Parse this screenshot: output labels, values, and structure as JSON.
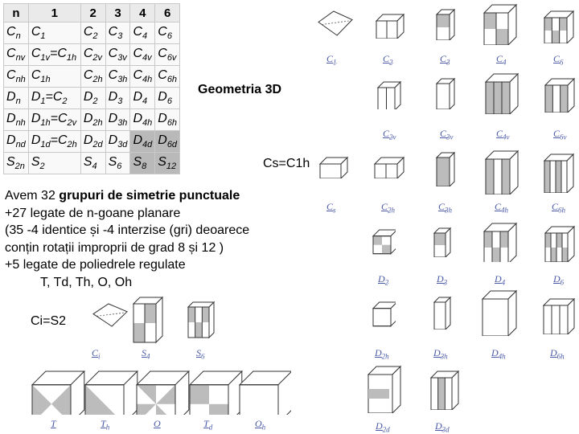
{
  "table": {
    "header": [
      "n",
      "1",
      "2",
      "3",
      "4",
      "6"
    ],
    "rows": [
      [
        {
          "b": "C",
          "s": "n"
        },
        {
          "b": "C",
          "s": "1"
        },
        {
          "b": "C",
          "s": "2"
        },
        {
          "b": "C",
          "s": "3"
        },
        {
          "b": "C",
          "s": "4"
        },
        {
          "b": "C",
          "s": "6"
        }
      ],
      [
        {
          "b": "C",
          "s": "nv"
        },
        {
          "b": "C",
          "s": "1v",
          "e": "=C",
          "es": "1h"
        },
        {
          "b": "C",
          "s": "2v"
        },
        {
          "b": "C",
          "s": "3v"
        },
        {
          "b": "C",
          "s": "4v"
        },
        {
          "b": "C",
          "s": "6v"
        }
      ],
      [
        {
          "b": "C",
          "s": "nh"
        },
        {
          "b": "C",
          "s": "1h"
        },
        {
          "b": "C",
          "s": "2h"
        },
        {
          "b": "C",
          "s": "3h"
        },
        {
          "b": "C",
          "s": "4h"
        },
        {
          "b": "C",
          "s": "6h"
        }
      ],
      [
        {
          "b": "D",
          "s": "n"
        },
        {
          "b": "D",
          "s": "1",
          "e": "=C",
          "es": "2"
        },
        {
          "b": "D",
          "s": "2"
        },
        {
          "b": "D",
          "s": "3"
        },
        {
          "b": "D",
          "s": "4"
        },
        {
          "b": "D",
          "s": "6"
        }
      ],
      [
        {
          "b": "D",
          "s": "nh"
        },
        {
          "b": "D",
          "s": "1h",
          "e": "=C",
          "es": "2v"
        },
        {
          "b": "D",
          "s": "2h"
        },
        {
          "b": "D",
          "s": "3h"
        },
        {
          "b": "D",
          "s": "4h"
        },
        {
          "b": "D",
          "s": "6h"
        }
      ],
      [
        {
          "b": "D",
          "s": "nd"
        },
        {
          "b": "D",
          "s": "1d",
          "e": "=C",
          "es": "2h"
        },
        {
          "b": "D",
          "s": "2d"
        },
        {
          "b": "D",
          "s": "3d"
        },
        {
          "b": "D",
          "s": "4d",
          "gray": true
        },
        {
          "b": "D",
          "s": "6d",
          "gray": true
        }
      ],
      [
        {
          "b": "S",
          "s": "2n"
        },
        {
          "b": "S",
          "s": "2"
        },
        {
          "b": "S",
          "s": "4"
        },
        {
          "b": "S",
          "s": "6"
        },
        {
          "b": "S",
          "s": "8",
          "gray": true
        },
        {
          "b": "S",
          "s": "12",
          "gray": true
        }
      ]
    ]
  },
  "texts": {
    "geometria": "Geometria 3D",
    "cs": "Cs=C1h",
    "ci": "Ci=S2",
    "para": {
      "l1_pre": "Avem 32 ",
      "l1_bold": "grupuri de simetrie punctuale",
      "l2": "+27 legate de n-goane planare",
      "l3": "(35 -4 identice și -4 interzise (gri) deoarece",
      "l4": "conțin rotații improprii de grad 8 și 12 )",
      "l5": "+5 legate de poliedrele regulate",
      "l6": "T, Td, Th, O, Oh"
    }
  },
  "groups": [
    {
      "b": "C",
      "s": "1"
    },
    {
      "b": "C",
      "s": "2"
    },
    {
      "b": "C",
      "s": "3"
    },
    {
      "b": "C",
      "s": "4"
    },
    {
      "b": "C",
      "s": "6"
    },
    {
      "b": "C",
      "s": "2v"
    },
    {
      "b": "C",
      "s": "3v"
    },
    {
      "b": "C",
      "s": "4v"
    },
    {
      "b": "C",
      "s": "6v"
    },
    {
      "b": "C",
      "s": "s"
    },
    {
      "b": "C",
      "s": "2h"
    },
    {
      "b": "C",
      "s": "3h"
    },
    {
      "b": "C",
      "s": "4h"
    },
    {
      "b": "C",
      "s": "6h"
    },
    {
      "b": "D",
      "s": "2"
    },
    {
      "b": "D",
      "s": "3"
    },
    {
      "b": "D",
      "s": "4"
    },
    {
      "b": "D",
      "s": "6"
    },
    {
      "b": "D",
      "s": "2h"
    },
    {
      "b": "D",
      "s": "3h"
    },
    {
      "b": "D",
      "s": "4h"
    },
    {
      "b": "D",
      "s": "6h"
    },
    {
      "b": "D",
      "s": "2d"
    },
    {
      "b": "D",
      "s": "3d"
    },
    {
      "b": "C",
      "s": "i"
    },
    {
      "b": "S",
      "s": "4"
    },
    {
      "b": "S",
      "s": "6"
    },
    {
      "b": "T",
      "s": ""
    },
    {
      "b": "T",
      "s": "h"
    },
    {
      "b": "O",
      "s": ""
    },
    {
      "b": "T",
      "s": "d"
    },
    {
      "b": "O",
      "s": "h"
    }
  ],
  "colors": {
    "link": "#4a5aa8",
    "gray_cell": "#b9b9b9",
    "shape_gray": "#bcbcbc"
  }
}
